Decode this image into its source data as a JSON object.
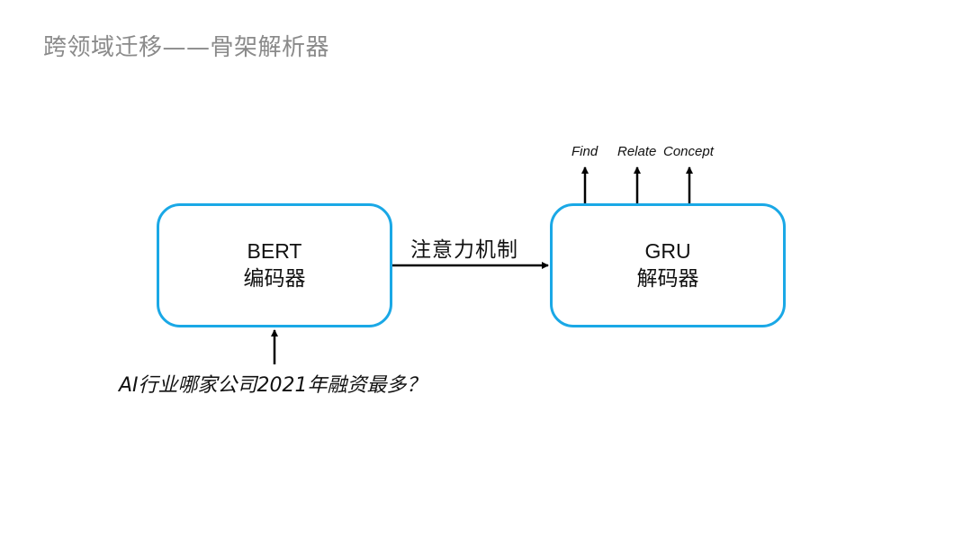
{
  "slide": {
    "title": "跨领域迁移——骨架解析器"
  },
  "encoder": {
    "name": "BERT",
    "role": "编码器"
  },
  "decoder": {
    "name": "GRU",
    "role": "解码器"
  },
  "connection": {
    "label": "注意力机制"
  },
  "outputs": [
    "Find",
    "Relate",
    "Concept"
  ],
  "input": {
    "query": "AI行业哪家公司2021年融资最多？"
  },
  "colors": {
    "box_border": "#1aa8e6",
    "title_text": "#8a8a8a",
    "arrow": "#000000"
  }
}
